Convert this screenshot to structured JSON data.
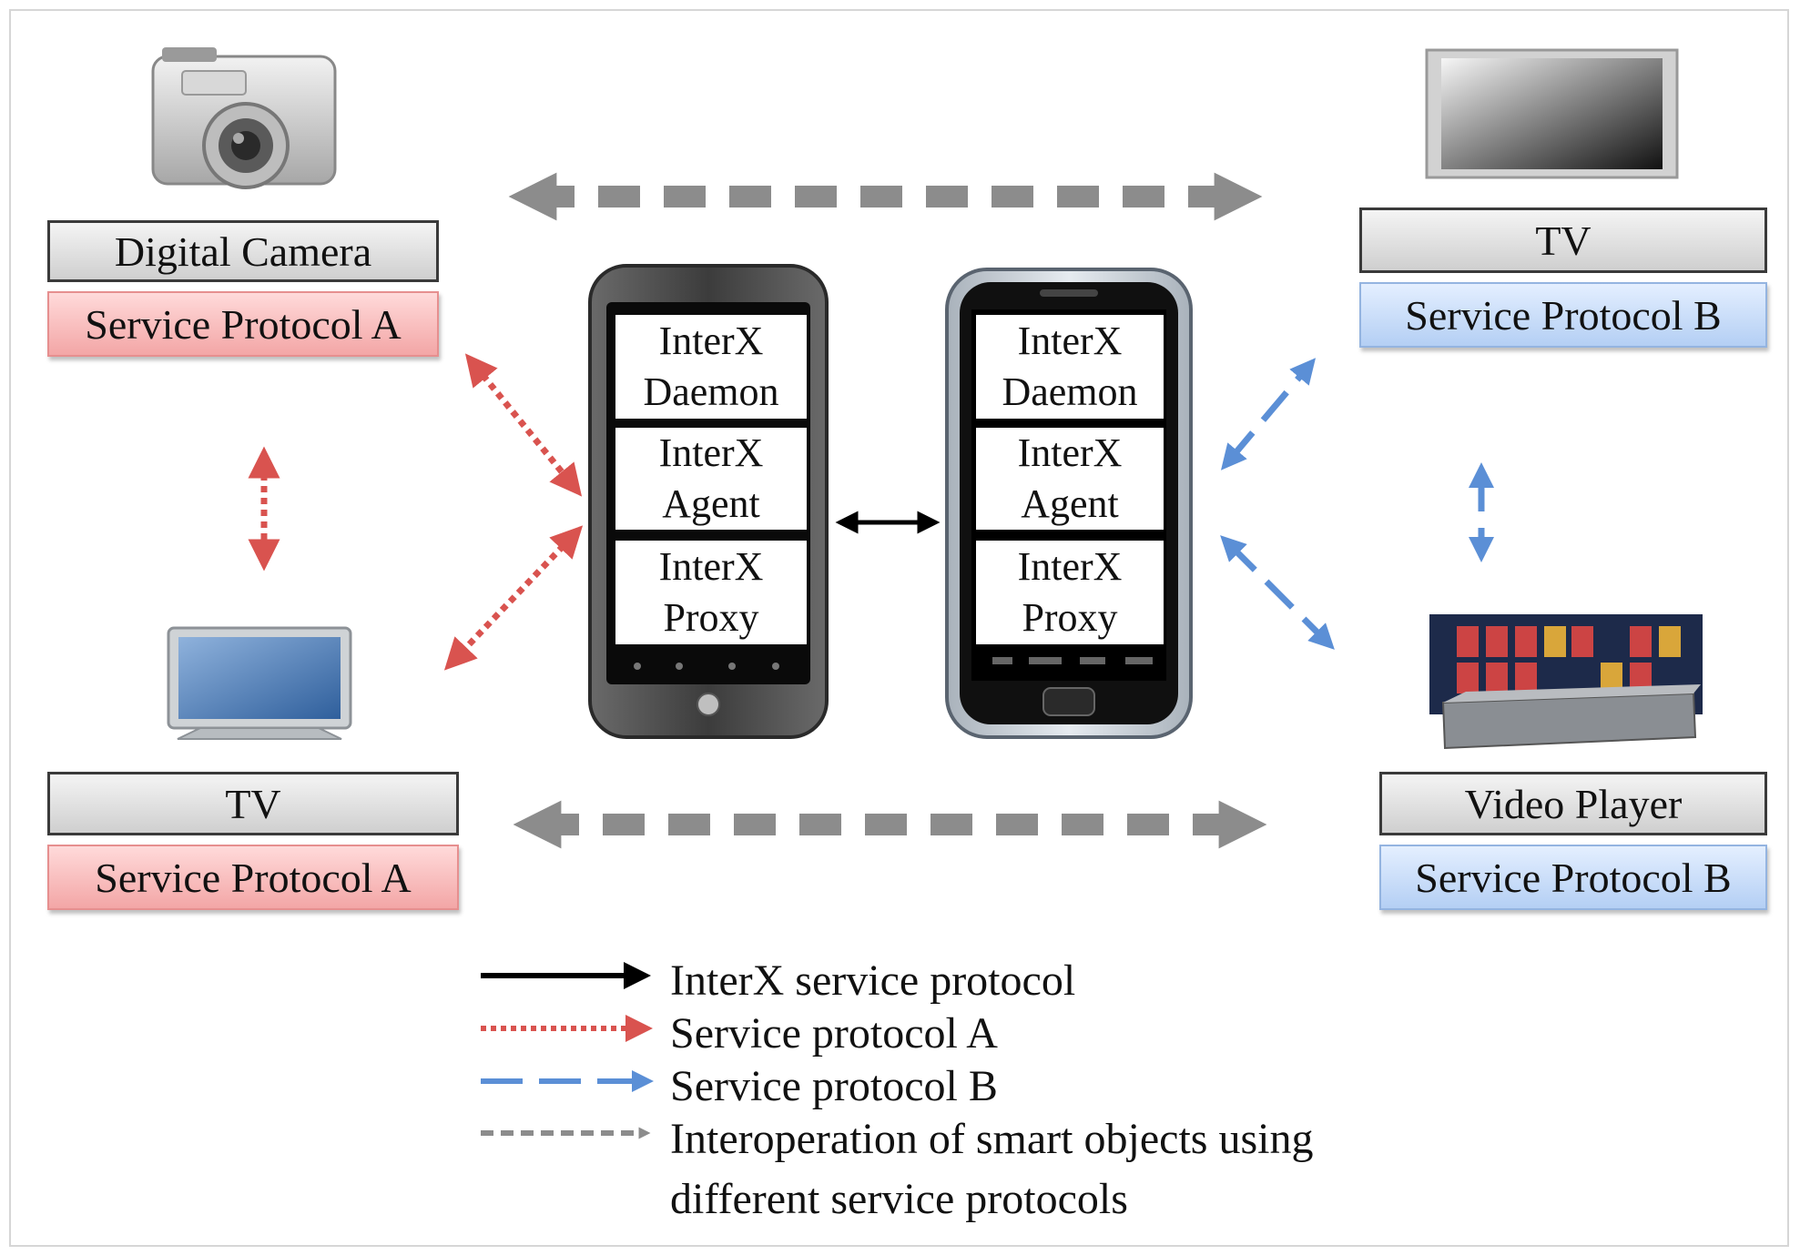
{
  "devices": {
    "camera": {
      "name": "Digital  Camera",
      "protocol": "Service Protocol A",
      "icon": "camera-icon"
    },
    "tv_left": {
      "name": "TV",
      "protocol": "Service Protocol A",
      "icon": "tv-icon"
    },
    "tv_right": {
      "name": "TV",
      "protocol": "Service Protocol B",
      "icon": "tv-icon"
    },
    "video_player": {
      "name": "Video Player",
      "protocol": "Service Protocol B",
      "icon": "video-player-icon"
    }
  },
  "phones": [
    {
      "id": "phone-left",
      "modules": [
        {
          "line1": "InterX",
          "line2": "Daemon"
        },
        {
          "line1": "InterX",
          "line2": "Agent"
        },
        {
          "line1": "InterX",
          "line2": "Proxy"
        }
      ]
    },
    {
      "id": "phone-right",
      "modules": [
        {
          "line1": "InterX",
          "line2": "Daemon"
        },
        {
          "line1": "InterX",
          "line2": "Agent"
        },
        {
          "line1": "InterX",
          "line2": "Proxy"
        }
      ]
    }
  ],
  "legend": [
    {
      "style": "solid-black",
      "text": "InterX  service  protocol"
    },
    {
      "style": "dotted-red",
      "text": "Service  protocol  A"
    },
    {
      "style": "dashed-blue",
      "text": "Service  protocol  B"
    },
    {
      "style": "dashed-gray",
      "text": "Interoperation  of smart  objects  using",
      "text2": "different  service  protocols"
    }
  ],
  "colors": {
    "protocol_a": "#d9534f",
    "protocol_b": "#5b8fd6",
    "interop": "#8c8c8c",
    "interx": "#000000"
  }
}
